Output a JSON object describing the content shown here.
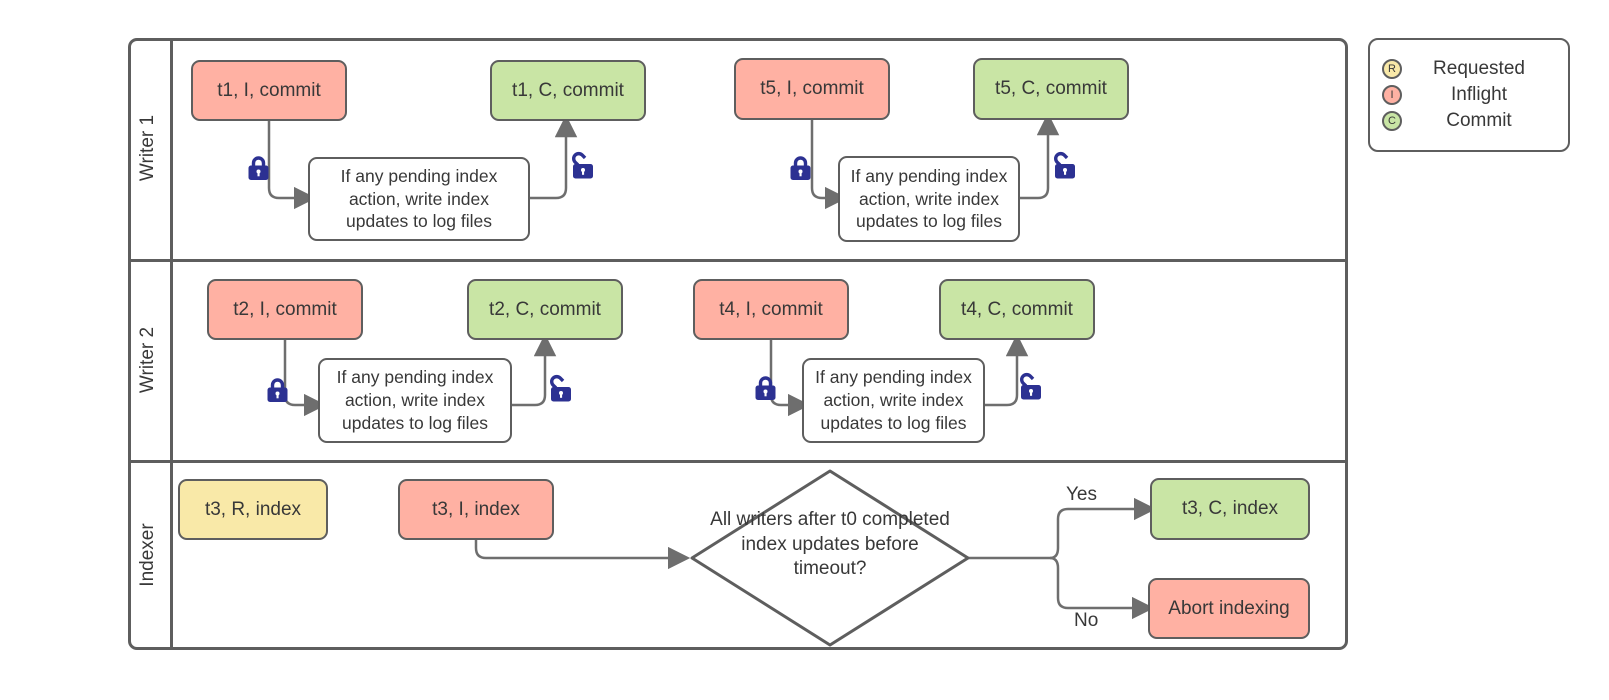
{
  "lanes": [
    {
      "label": "Writer 1"
    },
    {
      "label": "Writer 2"
    },
    {
      "label": "Indexer"
    }
  ],
  "nodes": {
    "t1_i": {
      "label": "t1, I, commit"
    },
    "t1_c": {
      "label": "t1, C, commit"
    },
    "t5_i": {
      "label": "t5, I, commit"
    },
    "t5_c": {
      "label": "t5, C, commit"
    },
    "t2_i": {
      "label": "t2, I, commit"
    },
    "t2_c": {
      "label": "t2, C, commit"
    },
    "t4_i": {
      "label": "t4, I, commit"
    },
    "t4_c": {
      "label": "t4, C, commit"
    },
    "t3_r": {
      "label": "t3, R, index"
    },
    "t3_i": {
      "label": "t3, I, index"
    },
    "t3_c": {
      "label": "t3, C, index"
    },
    "abort": {
      "label": "Abort indexing"
    },
    "process": {
      "label": "If any pending index action, write index updates to log files"
    }
  },
  "decision": {
    "label": "All writers after t0 completed index updates before timeout?"
  },
  "edge_labels": {
    "yes": "Yes",
    "no": "No"
  },
  "legend": {
    "items": [
      {
        "letter": "R",
        "label": "Requested"
      },
      {
        "letter": "I",
        "label": "Inflight"
      },
      {
        "letter": "C",
        "label": "Commit"
      }
    ]
  },
  "colors": {
    "background": "#ffffff",
    "border_gray": "#5e5e5e",
    "arrow_gray": "#6e6e6e",
    "inflight_red": "#ffb1a3",
    "commit_green": "#c9e5a5",
    "requested_yellow": "#f9e9a8",
    "lock_navy": "#2c3192",
    "text": "#383838"
  }
}
